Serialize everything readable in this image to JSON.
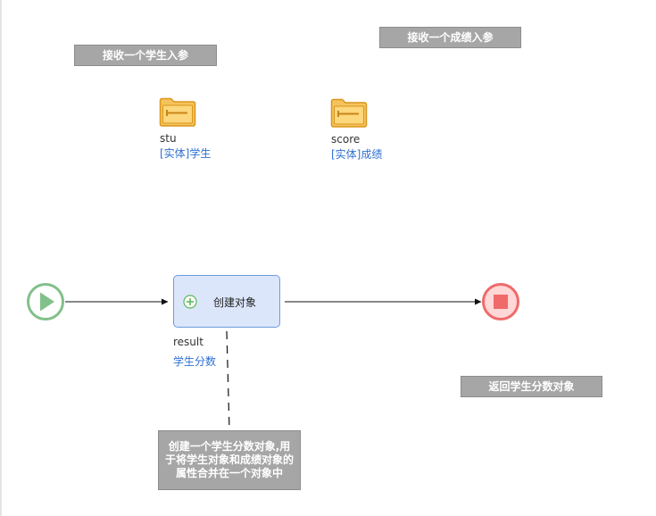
{
  "notes": {
    "student_input": "接收一个学生入参",
    "score_input": "接收一个成绩入参",
    "return_note": "返回学生分数对象",
    "comment": "创建一个学生分数对象,用于将学生对象和成绩对象的属性合并在一个对象中"
  },
  "params": [
    {
      "name": "stu",
      "type": "[实体]学生",
      "icon": "folder-icon"
    },
    {
      "name": "score",
      "type": "[实体]成绩",
      "icon": "folder-icon"
    }
  ],
  "task": {
    "label": "创建对象",
    "icon": "plus-circle-icon",
    "output_name": "result",
    "output_type": "学生分数"
  },
  "start_event": {
    "icon": "play-icon",
    "color": "#82c08a"
  },
  "end_event": {
    "icon": "stop-icon",
    "color": "#f06a6a"
  },
  "colors": {
    "note_bg": "#a6a6a6",
    "task_fill": "#dbe6fb",
    "task_border": "#6e9be0",
    "link": "#2f6fd1",
    "folder": "#f5c35b"
  }
}
